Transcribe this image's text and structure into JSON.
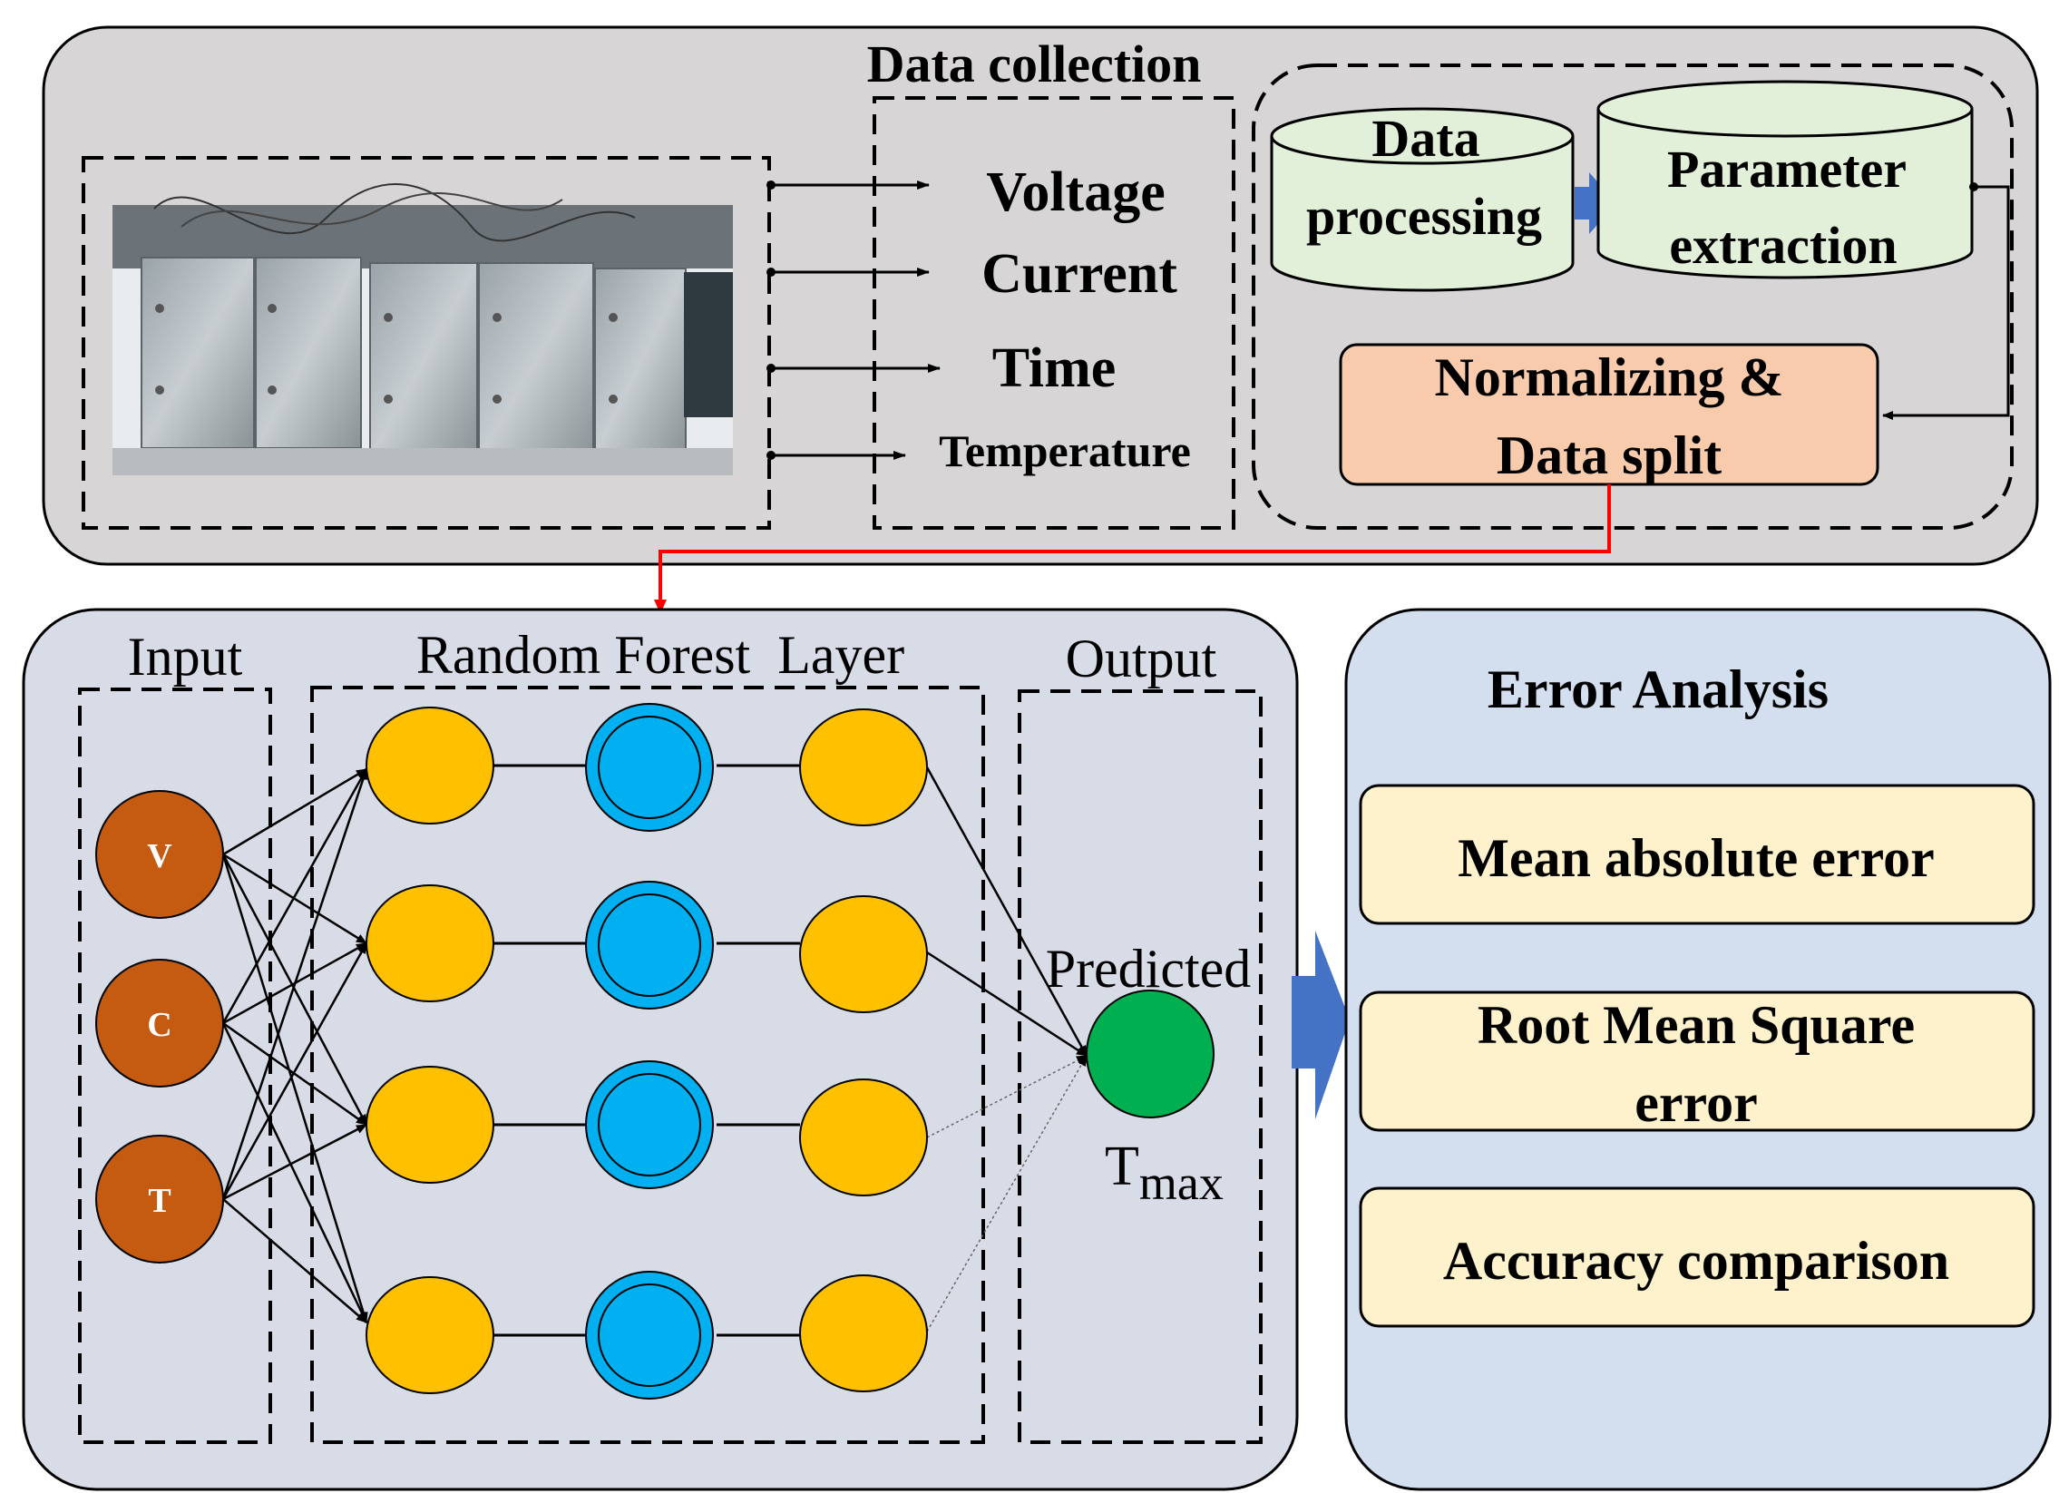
{
  "colors": {
    "top_panel": "#d8d5d6",
    "bottom_panel": "#d7dce7",
    "error_panel": "#d3deef",
    "cylinder": "#e2f0da",
    "normalize_box": "#f8cbad",
    "input_node": "#c55a11",
    "rf_node": "#ffc000",
    "rf_inner": "#00b0f0",
    "output_node": "#00b050",
    "metric_box": "#fdf2cc",
    "arrow_blue": "#4472c4",
    "red_line": "#ff0000"
  },
  "top": {
    "title": "Data collection",
    "photo": {
      "name": "experimental battery module setup photo"
    },
    "signals": [
      "Voltage",
      "Current",
      "Time",
      "Temperature"
    ],
    "data_processing": "Data processing",
    "data_processing_lines": [
      "Data",
      "processing"
    ],
    "parameter_extraction_lines": [
      "Parameter",
      "extraction"
    ],
    "normalize_lines": [
      "Normalizing &",
      "Data split"
    ]
  },
  "network": {
    "input_label": "Input",
    "layer_label": "Random Forest  Layer",
    "output_label": "Output",
    "inputs": [
      "V",
      "C",
      "T"
    ],
    "predicted_label": "Predicted",
    "tmax_base": "T",
    "tmax_sub": "max"
  },
  "errors": {
    "title": "Error Analysis",
    "metric1": "Mean absolute error",
    "metric2_lines": [
      "Root Mean Square",
      "error"
    ],
    "metric3": "Accuracy comparison"
  }
}
